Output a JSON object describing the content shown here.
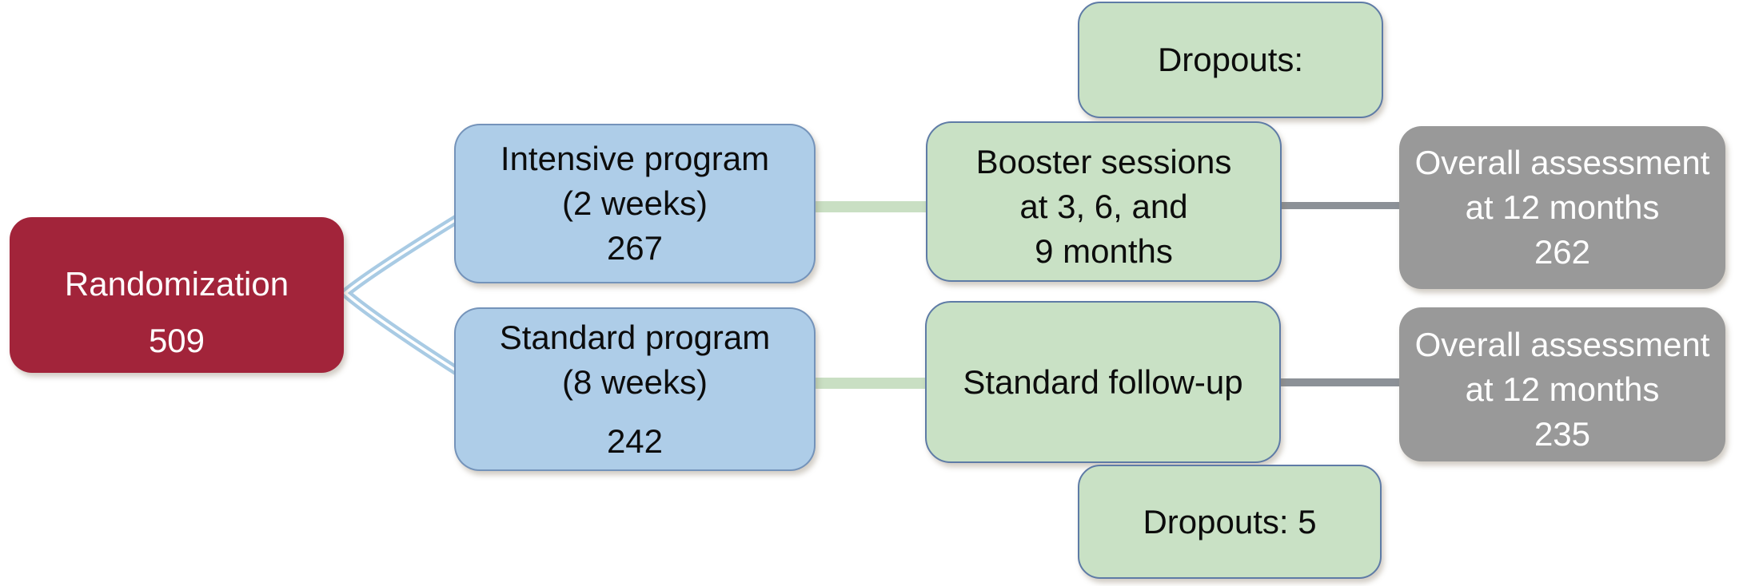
{
  "colors": {
    "red": "#A2243A",
    "blue": "#AECDE8",
    "green": "#C9E1C5",
    "gray": "#999999",
    "green_border": "#5E7BA6",
    "blue_border": "#3E5E94",
    "connector_blue": "#A9CBE4",
    "connector_green": "#C9DFC3",
    "connector_gray": "#8C9197"
  },
  "nodes": {
    "randomization": {
      "label": "Randomization",
      "count": "509"
    },
    "intensive_program": {
      "line1": "Intensive program",
      "line2": "(2 weeks)",
      "count": "267"
    },
    "standard_program": {
      "line1": "Standard program",
      "line2": "(8 weeks)",
      "count": "242"
    },
    "dropouts_intensive": {
      "label": "Dropouts:"
    },
    "booster_sessions": {
      "line1": "Booster sessions",
      "line2": "at 3, 6, and",
      "line3": "9 months"
    },
    "standard_followup": {
      "label": "Standard follow-up"
    },
    "dropouts_standard": {
      "label": "Dropouts: 5"
    },
    "assessment_intensive": {
      "line1": "Overall assessment",
      "line2": "at 12 months",
      "count": "262"
    },
    "assessment_standard": {
      "line1": "Overall assessment",
      "line2": "at 12 months",
      "count": "235"
    }
  }
}
